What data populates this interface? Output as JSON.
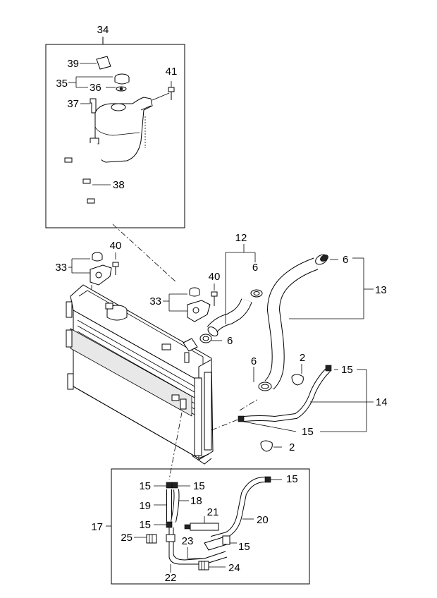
{
  "callouts": {
    "c34": "34",
    "c39": "39",
    "c41": "41",
    "c35": "35",
    "c36": "36",
    "c37": "37",
    "c38": "38",
    "c33a": "33",
    "c40a": "40",
    "c33b": "33",
    "c40b": "40",
    "c12": "12",
    "c6a": "6",
    "c6b": "6",
    "c6c": "6",
    "c6d": "6",
    "c13": "13",
    "c2a": "2",
    "c15a": "15",
    "c14": "14",
    "c15b": "15",
    "c2b": "2",
    "c17": "17",
    "c15c": "15",
    "c15d": "15",
    "c15e": "15",
    "c19": "19",
    "c18": "18",
    "c15f": "15",
    "c21": "21",
    "c20": "20",
    "c25": "25",
    "c23": "23",
    "c15g": "15",
    "c22": "22",
    "c24": "24"
  }
}
